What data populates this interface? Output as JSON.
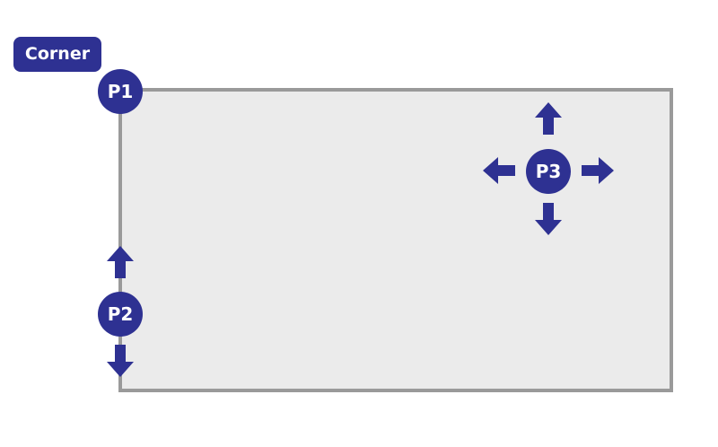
{
  "labels": {
    "corner": "Corner",
    "p1": "P1",
    "p2": "P2",
    "p3": "P3"
  },
  "colors": {
    "marker": "#2e3192",
    "panel_fill": "#ebebeb",
    "panel_border": "#9a9a9a"
  },
  "icons": {
    "move_up": "arrow-up-icon",
    "move_down": "arrow-down-icon",
    "move_left": "arrow-left-icon",
    "move_right": "arrow-right-icon"
  }
}
